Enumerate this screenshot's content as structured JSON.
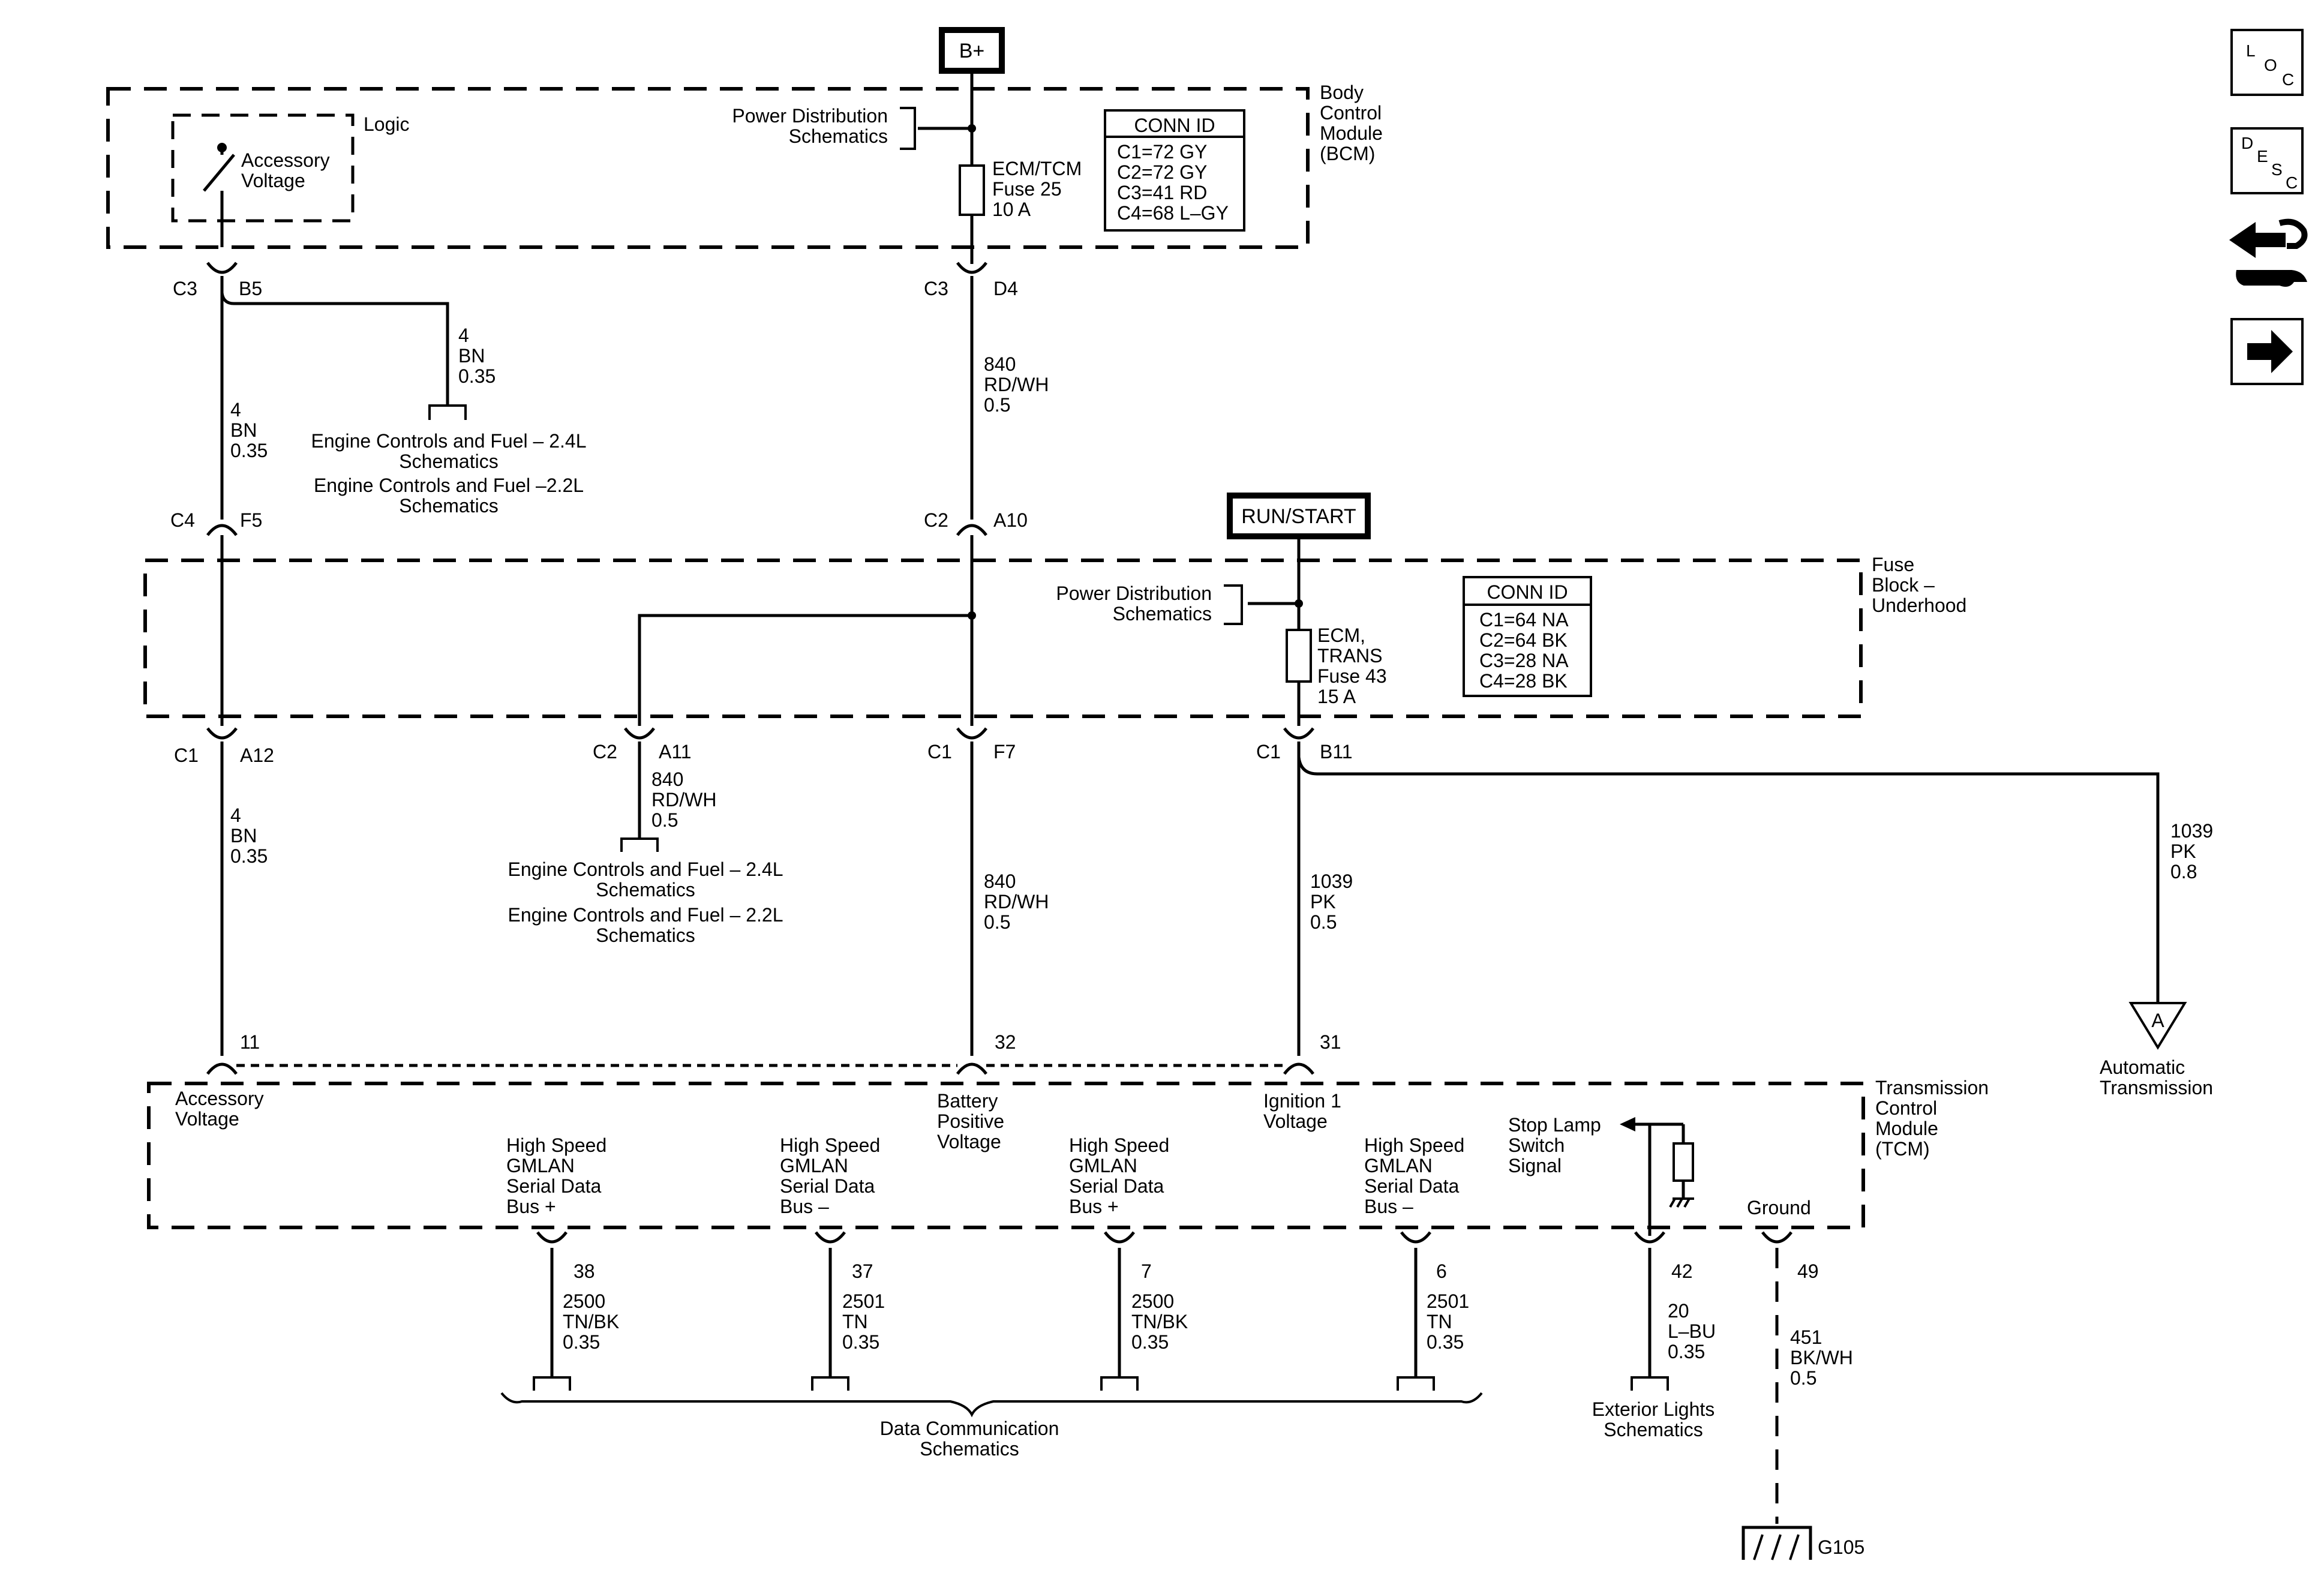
{
  "power": {
    "b_plus": "B+",
    "run_start": "RUN/START"
  },
  "bcm": {
    "name": [
      "Body",
      "Control",
      "Module",
      "(BCM)"
    ],
    "logic_label": "Logic",
    "accessory_voltage": [
      "Accessory",
      "Voltage"
    ],
    "power_distribution": [
      "Power Distribution",
      "Schematics"
    ],
    "fuse": [
      "ECM/TCM",
      "Fuse 25",
      "10 A"
    ],
    "conn_id": {
      "title": "CONN ID",
      "rows": [
        "C1=72 GY",
        "C2=72 GY",
        "C3=41 RD",
        "C4=68 L–GY"
      ]
    },
    "pins": {
      "c3_b5": [
        "C3",
        "B5"
      ],
      "c3_d4": [
        "C3",
        "D4"
      ]
    }
  },
  "wires_upper": {
    "bn_branch": [
      "4",
      "BN",
      "0.35"
    ],
    "bn_main": [
      "4",
      "BN",
      "0.35"
    ],
    "rdwh_main": [
      "840",
      "RD/WH",
      "0.5"
    ],
    "engine_refs": [
      "Engine Controls and Fuel – 2.4L",
      "Schematics",
      "Engine Controls and Fuel –2.2L",
      "Schematics"
    ]
  },
  "fuse_block": {
    "name": [
      "Fuse",
      "Block –",
      "Underhood"
    ],
    "power_distribution": [
      "Power Distribution",
      "Schematics"
    ],
    "fuse": [
      "ECM,",
      "TRANS",
      "Fuse 43",
      "15 A"
    ],
    "conn_id": {
      "title": "CONN ID",
      "rows": [
        "C1=64 NA",
        "C2=64 BK",
        "C3=28 NA",
        "C4=28 BK"
      ]
    },
    "pins_top": {
      "c4_f5": [
        "C4",
        "F5"
      ],
      "c2_a10": [
        "C2",
        "A10"
      ]
    },
    "pins_bottom": {
      "c1_a12": [
        "C1",
        "A12"
      ],
      "c2_a11": [
        "C2",
        "A11"
      ],
      "c1_f7": [
        "C1",
        "F7"
      ],
      "c1_b11": [
        "C1",
        "B11"
      ]
    }
  },
  "wires_lower": {
    "bn": [
      "4",
      "BN",
      "0.35"
    ],
    "rdwh_branch": [
      "840",
      "RD/WH",
      "0.5"
    ],
    "rdwh_main": [
      "840",
      "RD/WH",
      "0.5"
    ],
    "pk_main": [
      "1039",
      "PK",
      "0.5"
    ],
    "pk_branch": [
      "1039",
      "PK",
      "0.8"
    ],
    "engine_refs": [
      "Engine Controls and Fuel – 2.4L",
      "Schematics",
      "Engine Controls and Fuel – 2.2L",
      "Schematics"
    ],
    "auto_trans_ref": "A",
    "auto_trans_label": [
      "Automatic",
      "Transmission"
    ]
  },
  "tcm": {
    "name": [
      "Transmission",
      "Control",
      "Module",
      "(TCM)"
    ],
    "pins_top": [
      "11",
      "32",
      "31"
    ],
    "accessory_voltage": [
      "Accessory",
      "Voltage"
    ],
    "battery_positive": [
      "Battery",
      "Positive",
      "Voltage"
    ],
    "ignition": [
      "Ignition 1",
      "Voltage"
    ],
    "gmlan_1": [
      "High Speed",
      "GMLAN",
      "Serial Data",
      "Bus +"
    ],
    "gmlan_2": [
      "High Speed",
      "GMLAN",
      "Serial Data",
      "Bus –"
    ],
    "gmlan_3": [
      "High Speed",
      "GMLAN",
      "Serial Data",
      "Bus +"
    ],
    "gmlan_4": [
      "High Speed",
      "GMLAN",
      "Serial Data",
      "Bus –"
    ],
    "stop_lamp": [
      "Stop Lamp",
      "Switch",
      "Signal"
    ],
    "ground_label": "Ground",
    "pins_bottom": [
      "38",
      "37",
      "7",
      "6",
      "42",
      "49"
    ]
  },
  "wires_bottom": {
    "w38": [
      "2500",
      "TN/BK",
      "0.35"
    ],
    "w37": [
      "2501",
      "TN",
      "0.35"
    ],
    "w7": [
      "2500",
      "TN/BK",
      "0.35"
    ],
    "w6": [
      "2501",
      "TN",
      "0.35"
    ],
    "w42": [
      "20",
      "L–BU",
      "0.35"
    ],
    "w49": [
      "451",
      "BK/WH",
      "0.5"
    ],
    "data_comm": [
      "Data Communication",
      "Schematics"
    ],
    "exterior_lights": [
      "Exterior Lights",
      "Schematics"
    ],
    "ground_id": "G105"
  },
  "side_icons": {
    "loc": [
      "L",
      "O",
      "C"
    ],
    "desc": [
      "D",
      "E",
      "S",
      "C"
    ],
    "names": [
      "loc-icon",
      "desc-icon",
      "troubleshoot-icon",
      "next-arrow-icon"
    ]
  }
}
